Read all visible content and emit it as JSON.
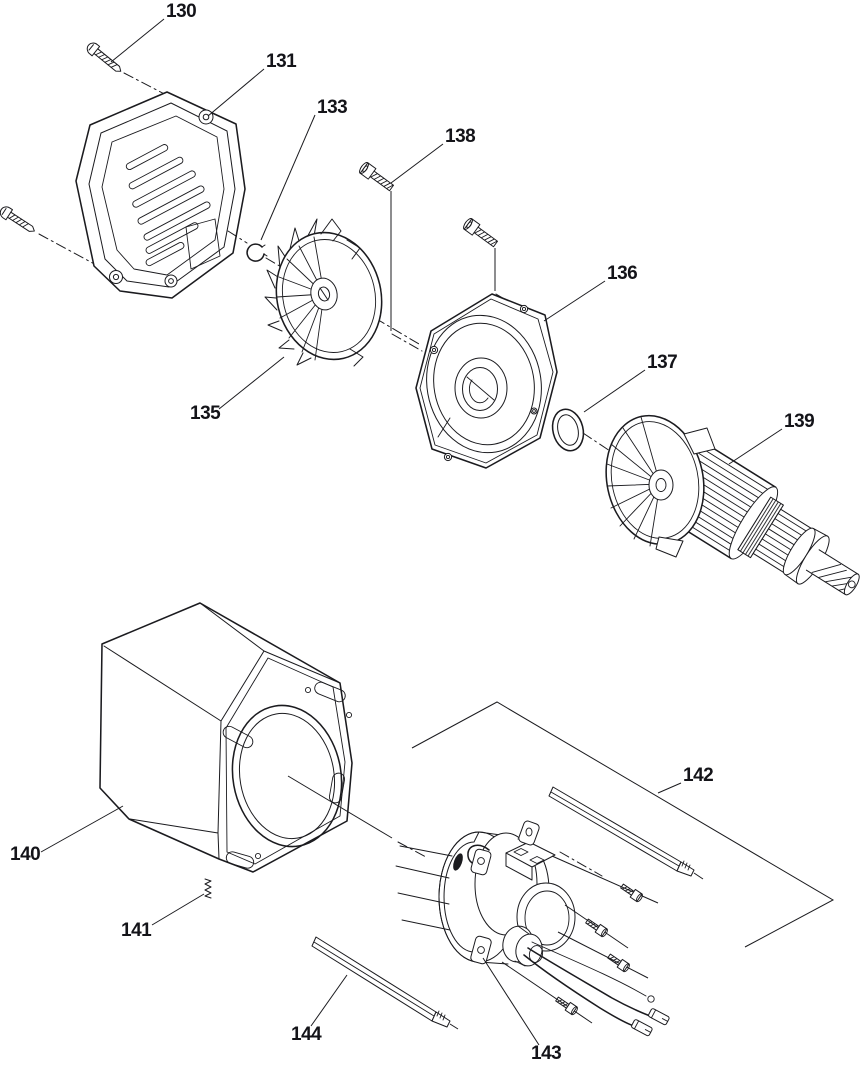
{
  "diagram": {
    "type": "exploded-parts-diagram",
    "callouts": [
      {
        "number": "130"
      },
      {
        "number": "131"
      },
      {
        "number": "133"
      },
      {
        "number": "135"
      },
      {
        "number": "136"
      },
      {
        "number": "137"
      },
      {
        "number": "138"
      },
      {
        "number": "139"
      },
      {
        "number": "140"
      },
      {
        "number": "141"
      },
      {
        "number": "142"
      },
      {
        "number": "143"
      },
      {
        "number": "144"
      }
    ],
    "colors": {
      "line": "#1b1b1f",
      "label": "#141419",
      "background": "#ffffff"
    }
  }
}
